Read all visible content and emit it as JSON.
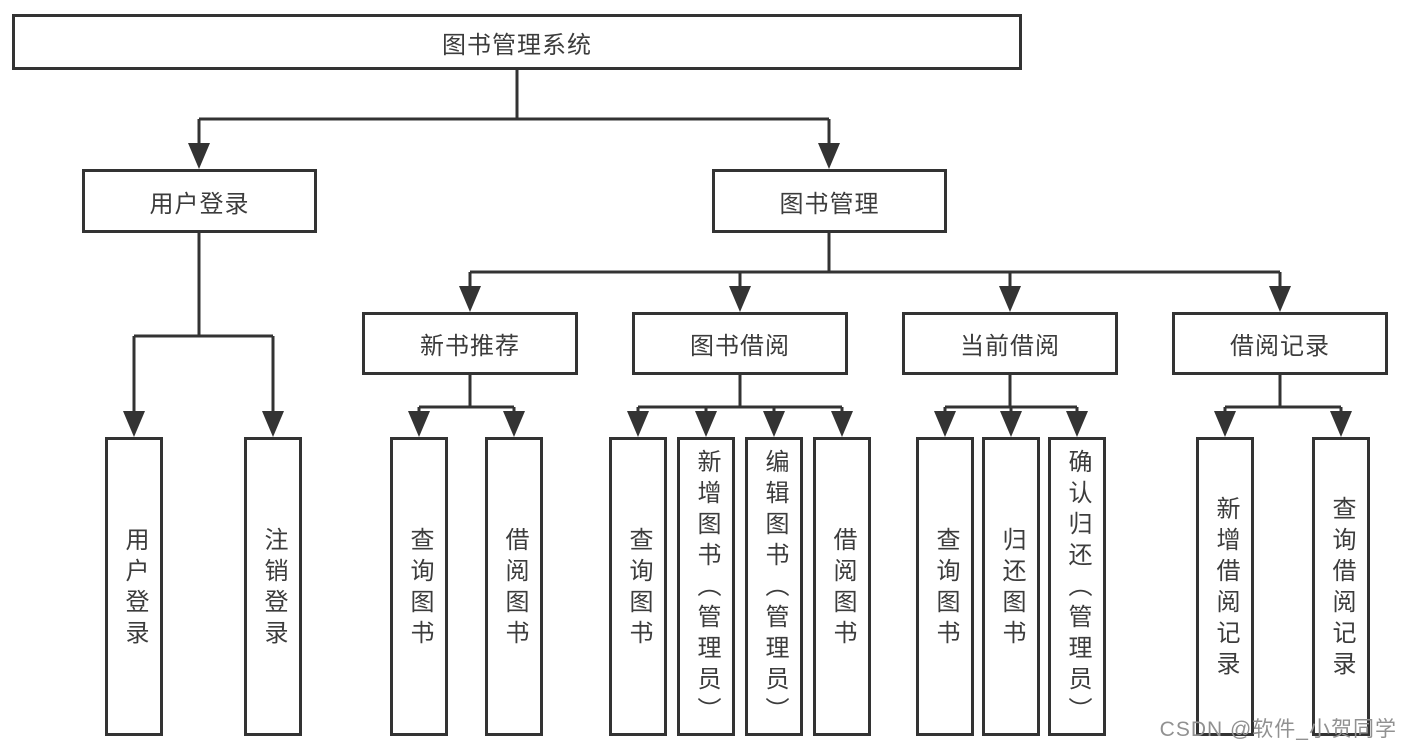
{
  "diagram_type": "hierarchy-tree",
  "colors": {
    "background": "#ffffff",
    "line": "#333333",
    "box_border": "#333333",
    "box_fill": "#ffffff",
    "text": "#3c3c3c",
    "watermark": "#919191"
  },
  "tree": {
    "root": {
      "label": "图书管理系统",
      "children": [
        {
          "label": "用户登录",
          "children": [
            {
              "label": "用户登录"
            },
            {
              "label": "注销登录"
            }
          ]
        },
        {
          "label": "图书管理",
          "children": [
            {
              "label": "新书推荐",
              "children": [
                {
                  "label": "查询图书"
                },
                {
                  "label": "借阅图书"
                }
              ]
            },
            {
              "label": "图书借阅",
              "children": [
                {
                  "label": "查询图书"
                },
                {
                  "label": "新增图书（管理员）"
                },
                {
                  "label": "编辑图书（管理员）"
                },
                {
                  "label": "借阅图书"
                }
              ]
            },
            {
              "label": "当前借阅",
              "children": [
                {
                  "label": "查询图书"
                },
                {
                  "label": "归还图书"
                },
                {
                  "label": "确认归还（管理员）"
                }
              ]
            },
            {
              "label": "借阅记录",
              "children": [
                {
                  "label": "新增借阅记录"
                },
                {
                  "label": "查询借阅记录"
                }
              ]
            }
          ]
        }
      ]
    }
  },
  "watermark": {
    "text": "CSDN @软件_小贺同学"
  }
}
